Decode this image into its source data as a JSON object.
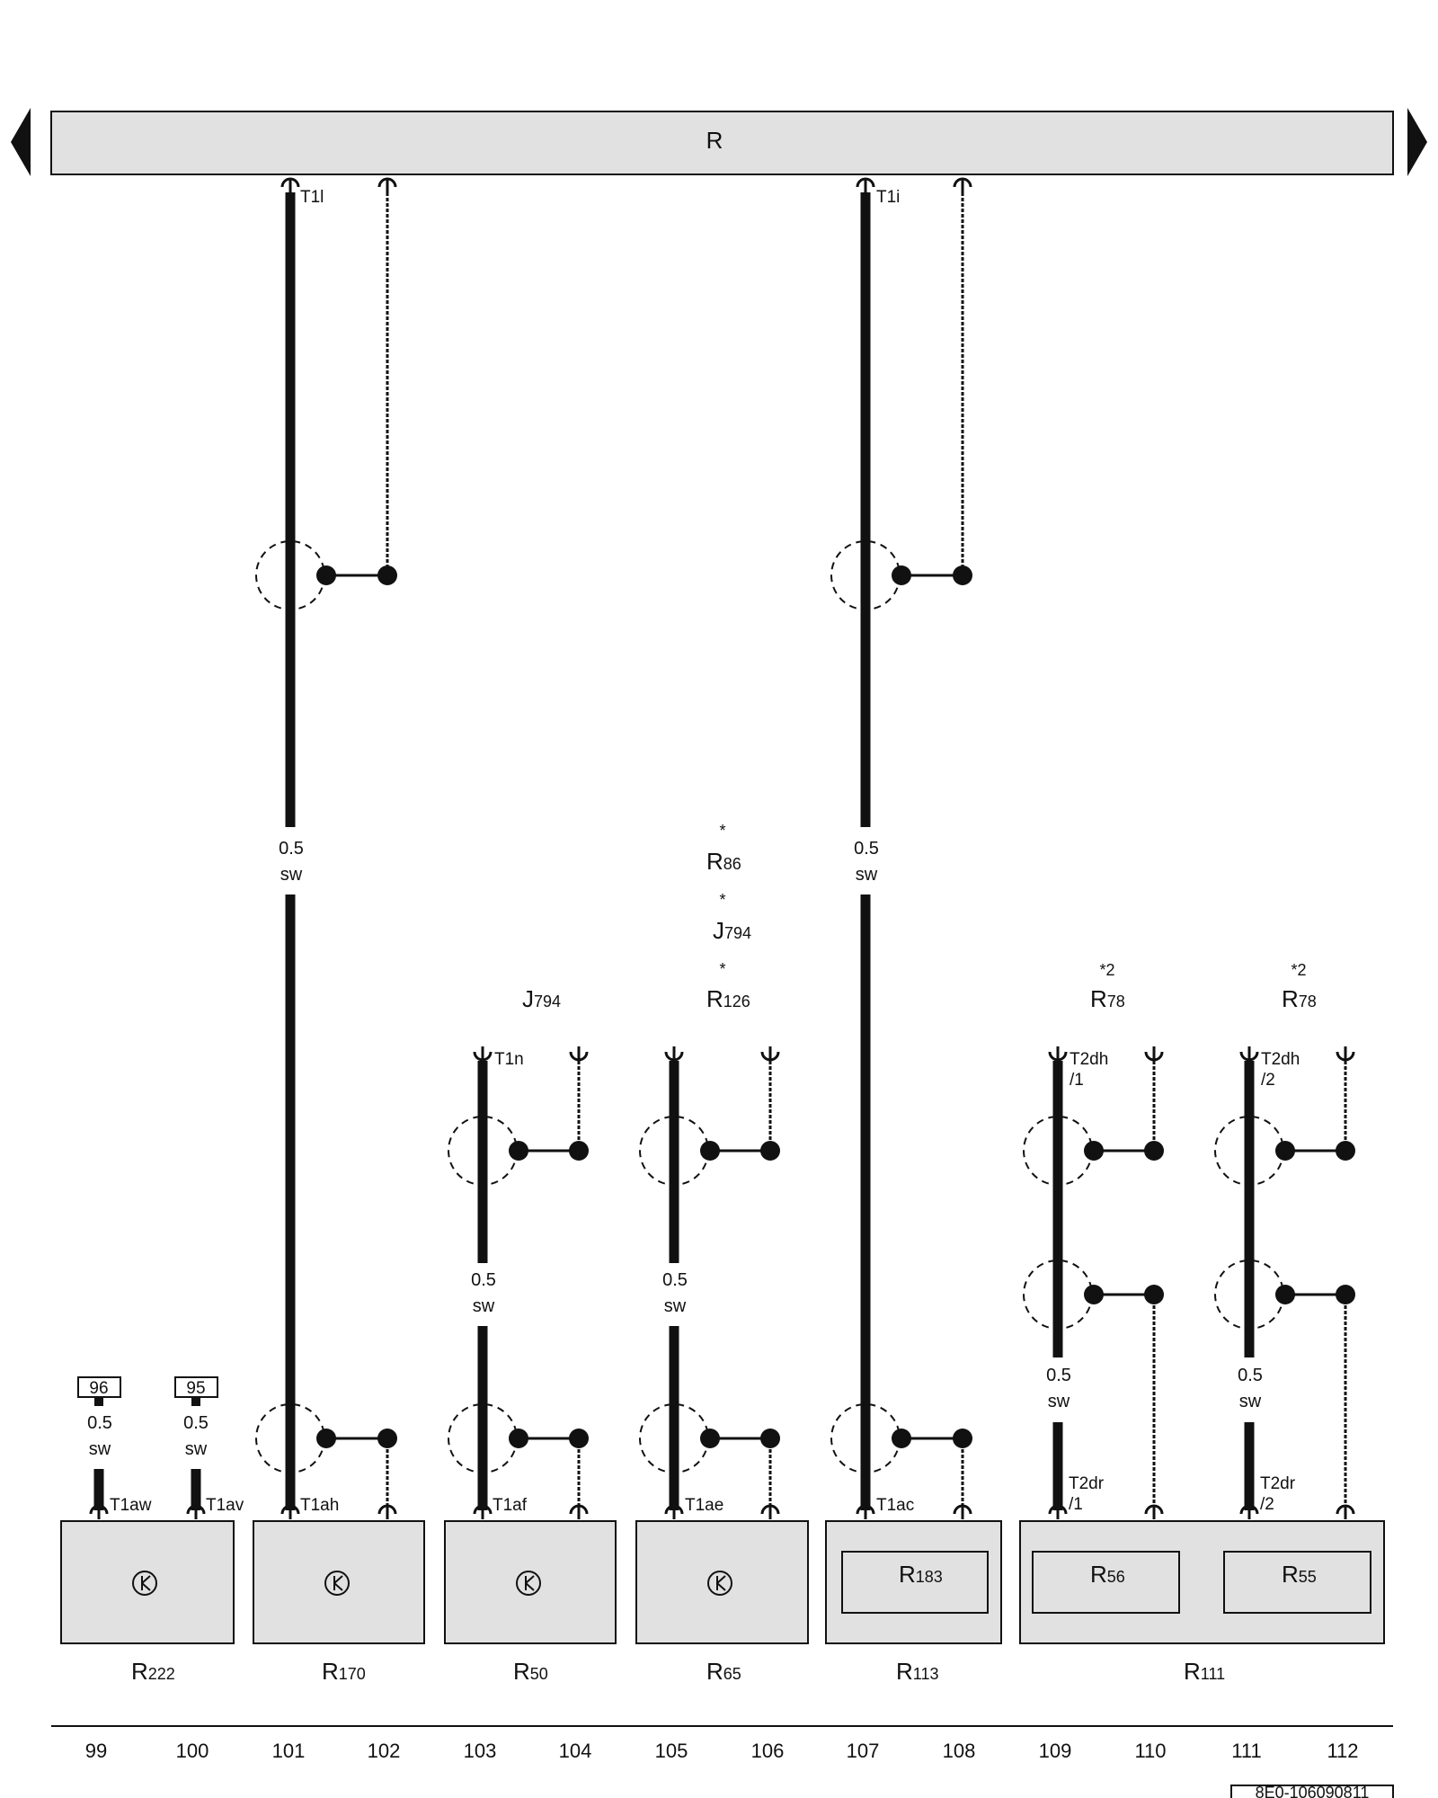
{
  "header_bus": {
    "label": "R"
  },
  "doc_id": "8E0-106090811",
  "column_numbers": [
    "99",
    "100",
    "101",
    "102",
    "103",
    "104",
    "105",
    "106",
    "107",
    "108",
    "109",
    "110",
    "111",
    "112"
  ],
  "wires": [
    {
      "pin": "T1l",
      "size": "0.5",
      "color": "sw"
    },
    {
      "pin": "T1i",
      "size": "0.5",
      "color": "sw"
    },
    {
      "pin": "T1n",
      "size": "0.5",
      "color": "sw"
    },
    {
      "pin": "T1ae",
      "size": "0.5",
      "color": "sw"
    },
    {
      "pin_line1": "T2dh",
      "pin_line2": "/1",
      "size": "0.5",
      "color": "sw"
    },
    {
      "pin_line1": "T2dh",
      "pin_line2": "/2",
      "size": "0.5",
      "color": "sw"
    }
  ],
  "refs": [
    {
      "box": "96",
      "size": "0.5",
      "color": "sw",
      "pin": "T1aw"
    },
    {
      "box": "95",
      "size": "0.5",
      "color": "sw",
      "pin": "T1av"
    }
  ],
  "bottom_pins": {
    "c101": "T1ah",
    "c103": "T1af",
    "c105": "T1ae",
    "c107": "T1ac",
    "c109_line1": "T2dr",
    "c109_line2": "/1",
    "c111_line1": "T2dr",
    "c111_line2": "/2"
  },
  "upper_labels": {
    "j794_left": {
      "main": "J",
      "sub": "794"
    },
    "stack": [
      {
        "star": "*",
        "main": "R",
        "sub": "86"
      },
      {
        "star": "*",
        "main": "J",
        "sub": "794"
      },
      {
        "star": "*",
        "main": "R",
        "sub": "126"
      }
    ],
    "r78_a": {
      "star": "*2",
      "main": "R",
      "sub": "78"
    },
    "r78_b": {
      "star": "*2",
      "main": "R",
      "sub": "78"
    }
  },
  "components": [
    {
      "main": "R",
      "sub": "222"
    },
    {
      "main": "R",
      "sub": "170"
    },
    {
      "main": "R",
      "sub": "50"
    },
    {
      "main": "R",
      "sub": "65"
    },
    {
      "main": "R",
      "sub": "113"
    },
    {
      "main": "R",
      "sub": "111"
    }
  ],
  "inner_components": [
    {
      "main": "R",
      "sub": "183"
    },
    {
      "main": "R",
      "sub": "56"
    },
    {
      "main": "R",
      "sub": "55"
    }
  ],
  "colors": {
    "bus_fill": "#e1e1e1",
    "component_fill": "#e1e1e1",
    "wire": "#111111"
  }
}
